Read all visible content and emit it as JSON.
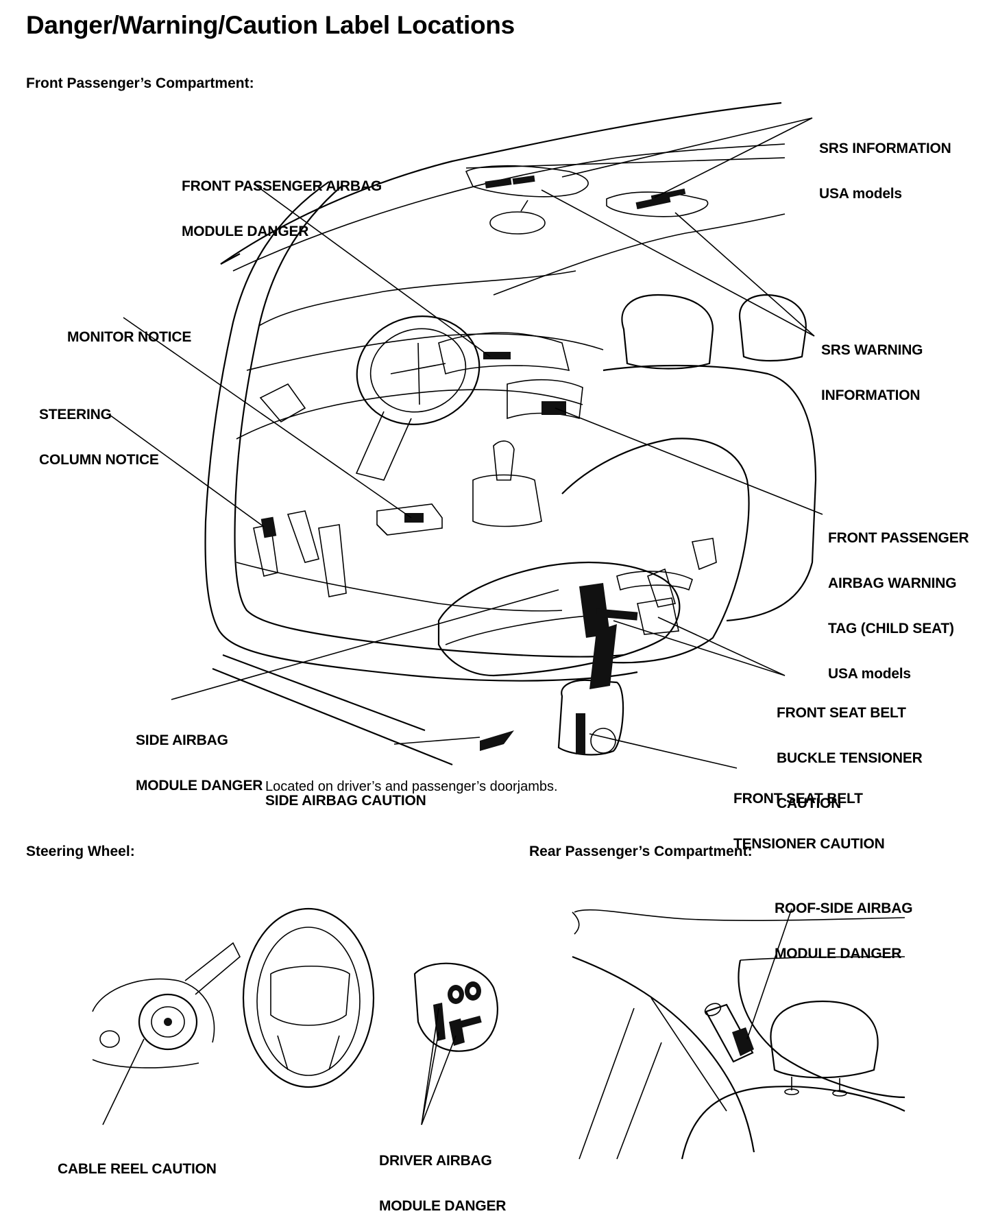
{
  "page_title": "Danger/Warning/Caution Label Locations",
  "sections": {
    "front": "Front Passenger’s Compartment:",
    "steering": "Steering Wheel:",
    "rear": "Rear Passenger’s Compartment:"
  },
  "callouts": {
    "srs_information": {
      "line1": "SRS INFORMATION",
      "line2": "USA models"
    },
    "front_passenger_airbag_module_danger": {
      "line1": "FRONT PASSENGER AIRBAG",
      "line2": "MODULE DANGER"
    },
    "monitor_notice": {
      "line1": "MONITOR NOTICE"
    },
    "srs_warning_information": {
      "line1": "SRS WARNING",
      "line2": "INFORMATION"
    },
    "steering_column_notice": {
      "line1": "STEERING",
      "line2": "COLUMN NOTICE"
    },
    "front_passenger_airbag_warning_tag": {
      "line1": "FRONT PASSENGER",
      "line2": "AIRBAG WARNING",
      "line3": "TAG (CHILD SEAT)",
      "line4": "USA models"
    },
    "front_seat_belt_buckle_tensioner_caution": {
      "line1": "FRONT SEAT BELT",
      "line2": "BUCKLE TENSIONER",
      "line3": "CAUTION"
    },
    "side_airbag_module_danger": {
      "line1": "SIDE AIRBAG",
      "line2": "MODULE DANGER"
    },
    "side_airbag_caution": {
      "line1": "SIDE AIRBAG CAUTION",
      "note": "Located on driver’s and passenger’s doorjambs."
    },
    "front_seat_belt_tensioner_caution": {
      "line1": "FRONT SEAT BELT",
      "line2": "TENSIONER CAUTION"
    },
    "roof_side_airbag_module_danger": {
      "line1": "ROOF-SIDE AIRBAG",
      "line2": "MODULE DANGER"
    },
    "cable_reel_caution": {
      "line1": "CABLE REEL CAUTION"
    },
    "driver_airbag_module_danger": {
      "line1": "DRIVER AIRBAG",
      "line2": "MODULE DANGER"
    }
  }
}
